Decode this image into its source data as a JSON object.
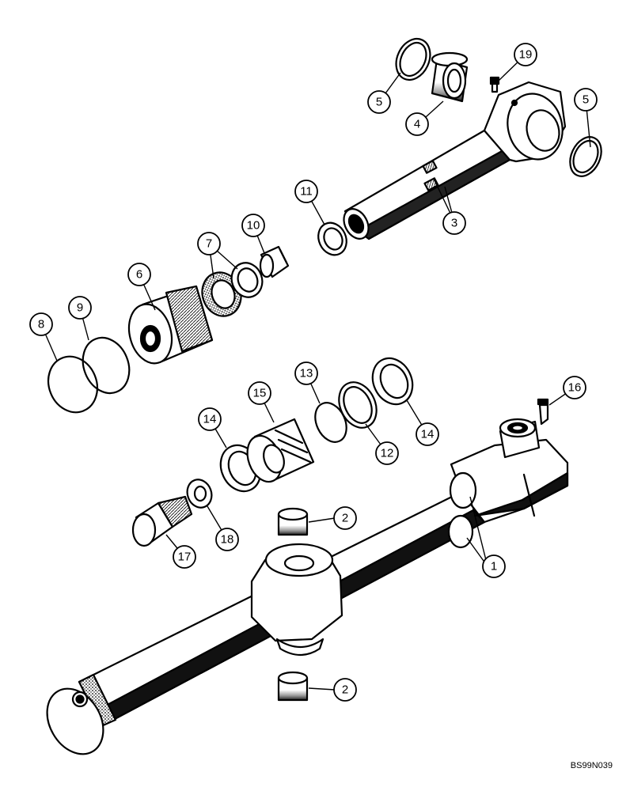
{
  "drawing_id": "BS99N039",
  "callouts": {
    "c1": "1",
    "c2a": "2",
    "c2b": "2",
    "c3": "3",
    "c4": "4",
    "c5a": "5",
    "c5b": "5",
    "c6": "6",
    "c7": "7",
    "c8": "8",
    "c9": "9",
    "c10": "10",
    "c11": "11",
    "c12": "12",
    "c13": "13",
    "c14a": "14",
    "c14b": "14",
    "c15": "15",
    "c16": "16",
    "c17": "17",
    "c18": "18",
    "c19": "19"
  }
}
